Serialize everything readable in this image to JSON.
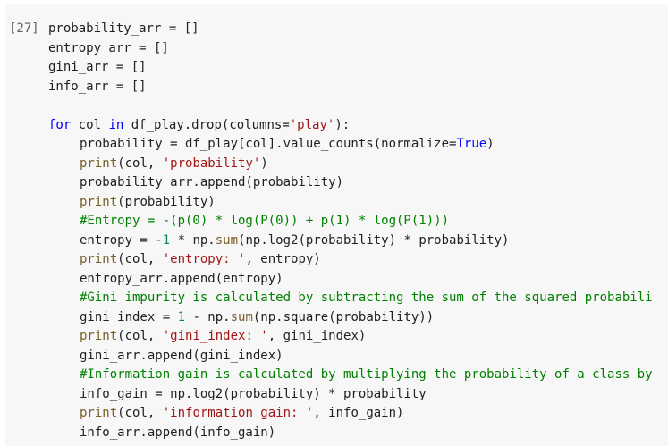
{
  "cell": {
    "execution_count": "[27]",
    "lines": [
      {
        "indent": 0,
        "tokens": [
          {
            "t": "plain",
            "v": "probability_arr = []"
          }
        ]
      },
      {
        "indent": 0,
        "tokens": [
          {
            "t": "plain",
            "v": "entropy_arr = []"
          }
        ]
      },
      {
        "indent": 0,
        "tokens": [
          {
            "t": "plain",
            "v": "gini_arr = []"
          }
        ]
      },
      {
        "indent": 0,
        "tokens": [
          {
            "t": "plain",
            "v": "info_arr = []"
          }
        ]
      },
      {
        "indent": 0,
        "tokens": [
          {
            "t": "plain",
            "v": ""
          }
        ]
      },
      {
        "indent": 0,
        "tokens": [
          {
            "t": "kw",
            "v": "for"
          },
          {
            "t": "plain",
            "v": " col "
          },
          {
            "t": "kw",
            "v": "in"
          },
          {
            "t": "plain",
            "v": " df_play.drop(columns="
          },
          {
            "t": "str",
            "v": "'play'"
          },
          {
            "t": "plain",
            "v": "):"
          }
        ]
      },
      {
        "indent": 1,
        "tokens": [
          {
            "t": "plain",
            "v": "probability = df_play[col].value_counts(normalize="
          },
          {
            "t": "kw",
            "v": "True"
          },
          {
            "t": "plain",
            "v": ")"
          }
        ]
      },
      {
        "indent": 1,
        "tokens": [
          {
            "t": "builtin",
            "v": "print"
          },
          {
            "t": "plain",
            "v": "(col, "
          },
          {
            "t": "str",
            "v": "'probability'"
          },
          {
            "t": "plain",
            "v": ")"
          }
        ]
      },
      {
        "indent": 1,
        "tokens": [
          {
            "t": "plain",
            "v": "probability_arr.append(probability)"
          }
        ]
      },
      {
        "indent": 1,
        "tokens": [
          {
            "t": "builtin",
            "v": "print"
          },
          {
            "t": "plain",
            "v": "(probability)"
          }
        ]
      },
      {
        "indent": 1,
        "tokens": [
          {
            "t": "comment",
            "v": "#Entropy = -(p(0) * log(P(0)) + p(1) * log(P(1)))"
          }
        ]
      },
      {
        "indent": 1,
        "tokens": [
          {
            "t": "plain",
            "v": "entropy = "
          },
          {
            "t": "num",
            "v": "-1"
          },
          {
            "t": "plain",
            "v": " * np."
          },
          {
            "t": "builtin",
            "v": "sum"
          },
          {
            "t": "plain",
            "v": "(np.log2(probability) * probability)"
          }
        ]
      },
      {
        "indent": 1,
        "tokens": [
          {
            "t": "builtin",
            "v": "print"
          },
          {
            "t": "plain",
            "v": "(col, "
          },
          {
            "t": "str",
            "v": "'entropy: '"
          },
          {
            "t": "plain",
            "v": ", entropy)"
          }
        ]
      },
      {
        "indent": 1,
        "tokens": [
          {
            "t": "plain",
            "v": "entropy_arr.append(entropy)"
          }
        ]
      },
      {
        "indent": 1,
        "tokens": [
          {
            "t": "comment",
            "v": "#Gini impurity is calculated by subtracting the sum of the squared probabili"
          }
        ]
      },
      {
        "indent": 1,
        "tokens": [
          {
            "t": "plain",
            "v": "gini_index = "
          },
          {
            "t": "num",
            "v": "1"
          },
          {
            "t": "plain",
            "v": " - np."
          },
          {
            "t": "builtin",
            "v": "sum"
          },
          {
            "t": "plain",
            "v": "(np.square(probability))"
          }
        ]
      },
      {
        "indent": 1,
        "tokens": [
          {
            "t": "builtin",
            "v": "print"
          },
          {
            "t": "plain",
            "v": "(col, "
          },
          {
            "t": "str",
            "v": "'gini_index: '"
          },
          {
            "t": "plain",
            "v": ", gini_index)"
          }
        ]
      },
      {
        "indent": 1,
        "tokens": [
          {
            "t": "plain",
            "v": "gini_arr.append(gini_index)"
          }
        ]
      },
      {
        "indent": 1,
        "tokens": [
          {
            "t": "comment",
            "v": "#Information gain is calculated by multiplying the probability of a class by"
          }
        ]
      },
      {
        "indent": 1,
        "tokens": [
          {
            "t": "plain",
            "v": "info_gain = np.log2(probability) * probability"
          }
        ]
      },
      {
        "indent": 1,
        "tokens": [
          {
            "t": "builtin",
            "v": "print"
          },
          {
            "t": "plain",
            "v": "(col, "
          },
          {
            "t": "str",
            "v": "'information gain: '"
          },
          {
            "t": "plain",
            "v": ", info_gain)"
          }
        ]
      },
      {
        "indent": 1,
        "tokens": [
          {
            "t": "plain",
            "v": "info_arr.append(info_gain)"
          }
        ]
      }
    ]
  },
  "colors": {
    "cell_background": "#f7f7f7",
    "keyword": "#0000ff",
    "builtin": "#795e26",
    "string": "#a31515",
    "number": "#09885a",
    "comment": "#008000",
    "plain": "#212121"
  }
}
